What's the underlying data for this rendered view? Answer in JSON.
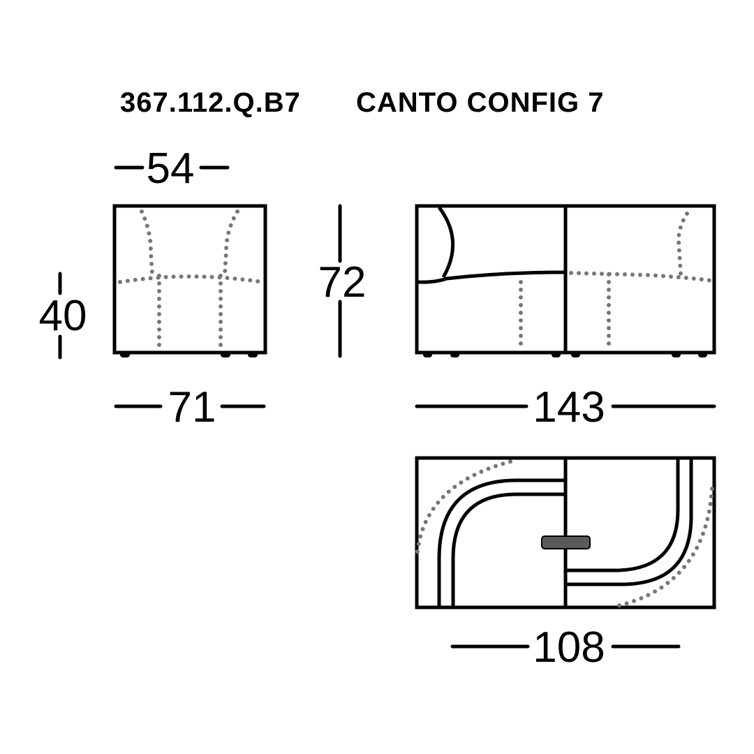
{
  "title": {
    "code": "367.112.Q.B7",
    "name": "CANTO CONFIG 7"
  },
  "dimensions": {
    "side_depth_top": "54",
    "seat_height": "40",
    "total_height": "72",
    "side_depth": "71",
    "front_width": "143",
    "plan_depth": "108"
  },
  "colors": {
    "stroke": "#000000",
    "stitching": "#777777",
    "connector": "#5a5a5a"
  }
}
